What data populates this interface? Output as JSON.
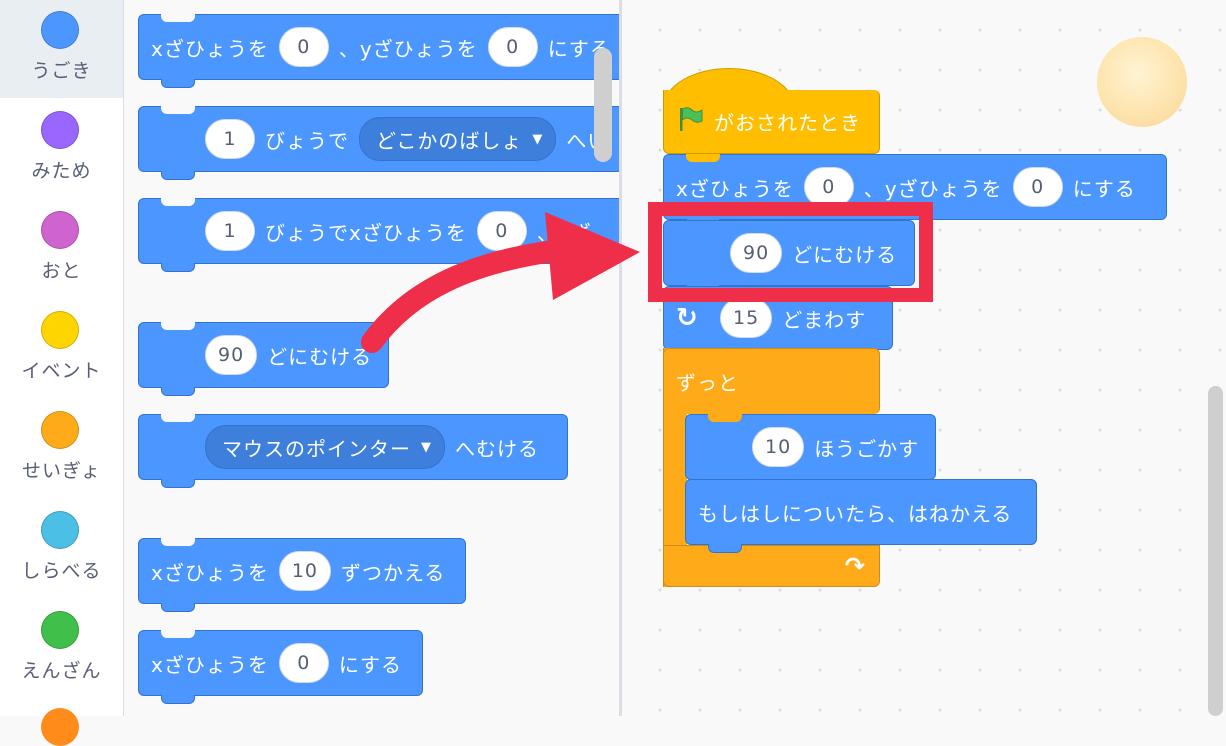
{
  "categories": [
    {
      "label": "うごき",
      "color": "#4c97ff",
      "selected": true
    },
    {
      "label": "みため",
      "color": "#9966ff",
      "selected": false
    },
    {
      "label": "おと",
      "color": "#cf63cf",
      "selected": false
    },
    {
      "label": "イベント",
      "color": "#ffd500",
      "selected": false
    },
    {
      "label": "せいぎょ",
      "color": "#ffab19",
      "selected": false
    },
    {
      "label": "しらべる",
      "color": "#4cbfe6",
      "selected": false
    },
    {
      "label": "えんざん",
      "color": "#40bf4a",
      "selected": false
    }
  ],
  "palette": {
    "goto_xy": {
      "xlabel": "xざひょうを",
      "x": "0",
      "sep": "、",
      "ylabel": "yざひょうを",
      "y": "0",
      "suffix": "にする"
    },
    "glide_to": {
      "secs": "1",
      "mid": "びょうで",
      "target": "どこかのばしょ",
      "suffix": "へい"
    },
    "glide_xy": {
      "secs": "1",
      "mid": "びょうでxざひょうを",
      "x": "0",
      "suffix": "、yざ"
    },
    "point_dir": {
      "deg": "90",
      "suffix": "どにむける"
    },
    "point_towards": {
      "target": "マウスのポインター",
      "suffix": "へむける"
    },
    "change_x": {
      "label": "xざひょうを",
      "value": "10",
      "suffix": "ずつかえる"
    },
    "set_x": {
      "label": "xざひょうを",
      "value": "0",
      "suffix": "にする"
    }
  },
  "script": {
    "hat": {
      "label": "がおされたとき",
      "icon": "green-flag-icon"
    },
    "goto_xy": {
      "xlabel": "xざひょうを",
      "x": "0",
      "sep": "、",
      "ylabel": "yざひょうを",
      "y": "0",
      "suffix": "にする"
    },
    "point_dir": {
      "deg": "90",
      "suffix": "どにむける"
    },
    "turn": {
      "icon": "rotate-right-icon",
      "deg": "15",
      "suffix": "どまわす"
    },
    "forever": {
      "label": "ずっと",
      "loop_icon": "loop-arrow-icon"
    },
    "move": {
      "steps": "10",
      "suffix": "ほうごかす"
    },
    "bounce": {
      "label": "もしはしについたら、はねかえる"
    }
  },
  "annotation": {
    "highlight_color": "#ef2e4a",
    "arrow_color": "#ef2e4a"
  }
}
